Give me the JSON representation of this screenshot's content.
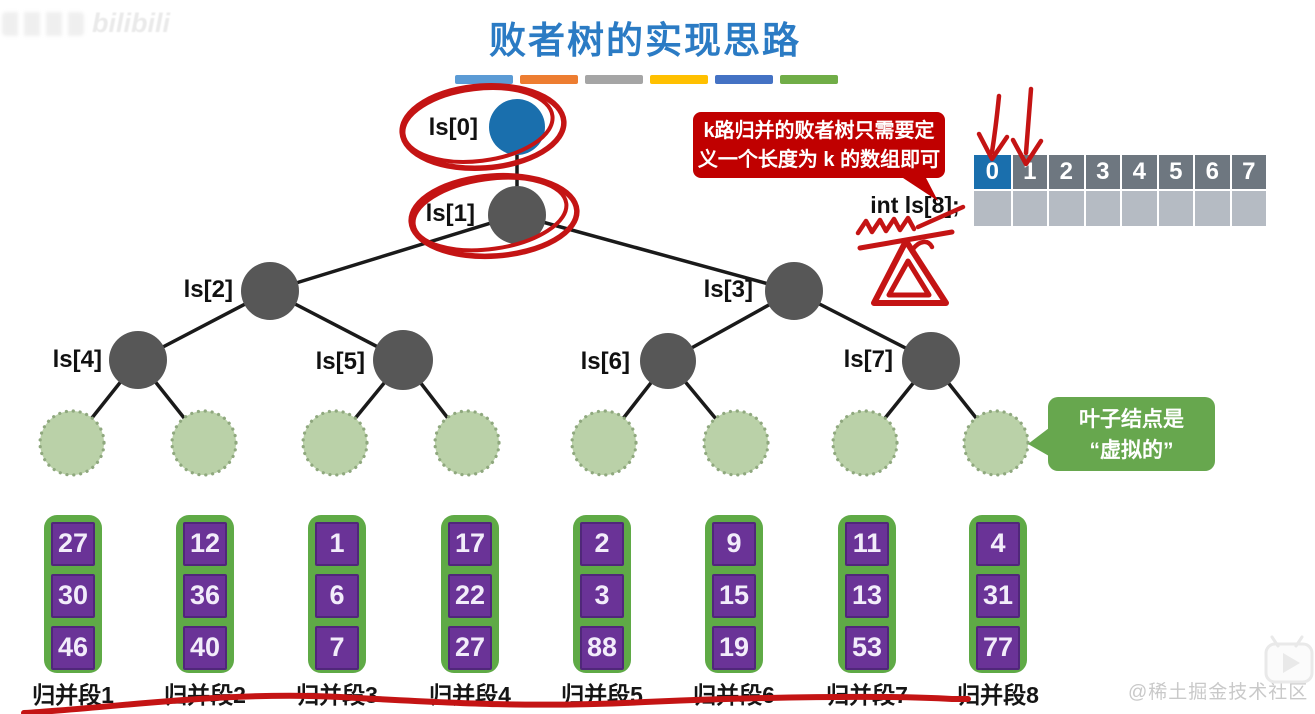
{
  "title": "败者树的实现思路",
  "annotation_box": {
    "line1": "k路归并的败者树只需要定",
    "line2": "义一个长度为 k 的数组即可"
  },
  "code_text": "int ls[8];",
  "array": {
    "cells": [
      "0",
      "1",
      "2",
      "3",
      "4",
      "5",
      "6",
      "7"
    ]
  },
  "leaf_note": {
    "line1": "叶子结点是",
    "line2": "“虚拟的”"
  },
  "tree": {
    "node_labels": [
      "ls[0]",
      "ls[1]",
      "ls[2]",
      "ls[3]",
      "ls[4]",
      "ls[5]",
      "ls[6]",
      "ls[7]"
    ]
  },
  "segments": [
    {
      "label": "归并段1",
      "values": [
        "27",
        "30",
        "46"
      ]
    },
    {
      "label": "归并段2",
      "values": [
        "12",
        "36",
        "40"
      ]
    },
    {
      "label": "归并段3",
      "values": [
        "1",
        "6",
        "7"
      ]
    },
    {
      "label": "归并段4",
      "values": [
        "17",
        "22",
        "27"
      ]
    },
    {
      "label": "归并段5",
      "values": [
        "2",
        "3",
        "88"
      ]
    },
    {
      "label": "归并段6",
      "values": [
        "9",
        "15",
        "19"
      ]
    },
    {
      "label": "归并段7",
      "values": [
        "11",
        "13",
        "53"
      ]
    },
    {
      "label": "归并段8",
      "values": [
        "4",
        "31",
        "77"
      ]
    }
  ],
  "watermarks": {
    "top_left": "bilibili",
    "bottom_right": "@稀土掘金技术社区"
  },
  "colors": {
    "title_blue": "#2b7bc4",
    "accent_bars": [
      "#5b9bd5",
      "#ed7d31",
      "#a5a5a5",
      "#ffc000",
      "#4472c4",
      "#70ad47"
    ],
    "node_blue": "#1a6fad",
    "node_gray": "#575757",
    "leaf_green_fill": "#bad1a8",
    "leaf_green_border": "#8fa87e",
    "annotation_red": "#c41414",
    "bubble_red": "#c00000",
    "bubble_green": "#67a74e",
    "segment_green": "#5faa46",
    "segment_purple": "#6a3397",
    "array_header_gray": "#6e7780",
    "array_empty_gray": "#b5bbc3"
  }
}
